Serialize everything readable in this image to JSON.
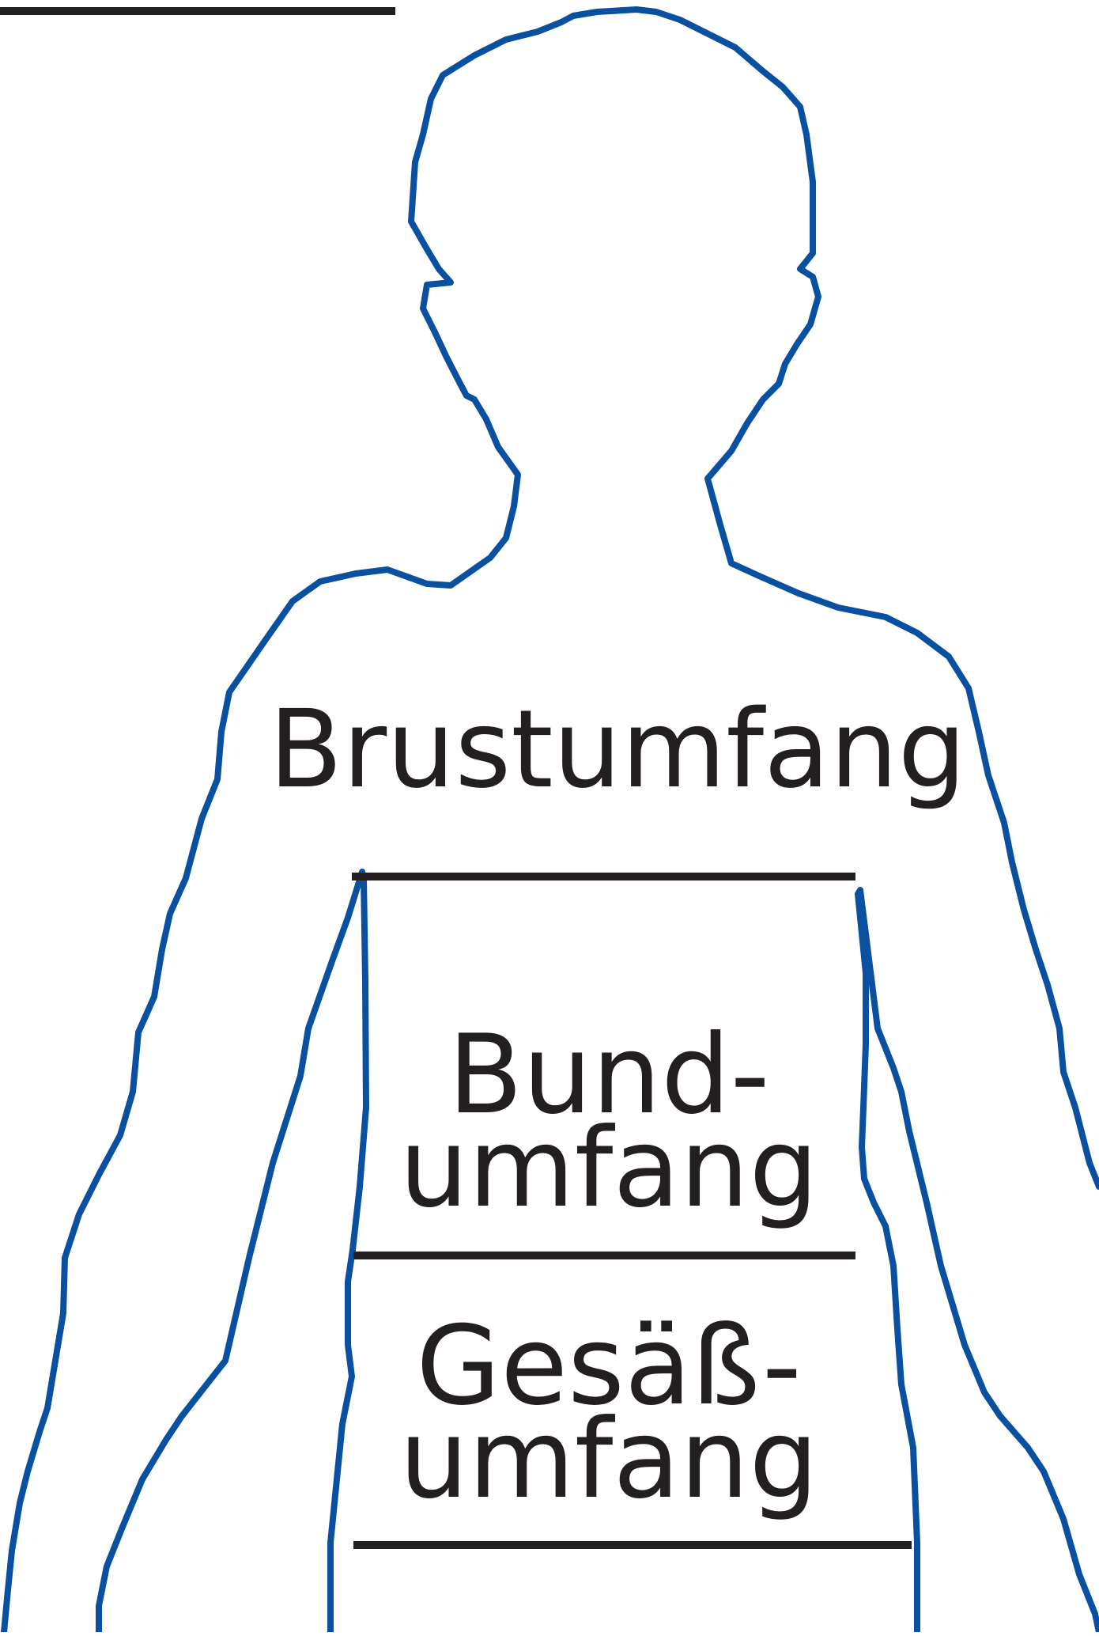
{
  "colors": {
    "outline": "#0a50a0",
    "line": "#231f20",
    "background": "#ffffff"
  },
  "labels": {
    "chest": "Brustumfang",
    "waist_line1": "Bund-",
    "waist_line2": "umfang",
    "hip_line1": "Gesäß-",
    "hip_line2": "umfang"
  }
}
